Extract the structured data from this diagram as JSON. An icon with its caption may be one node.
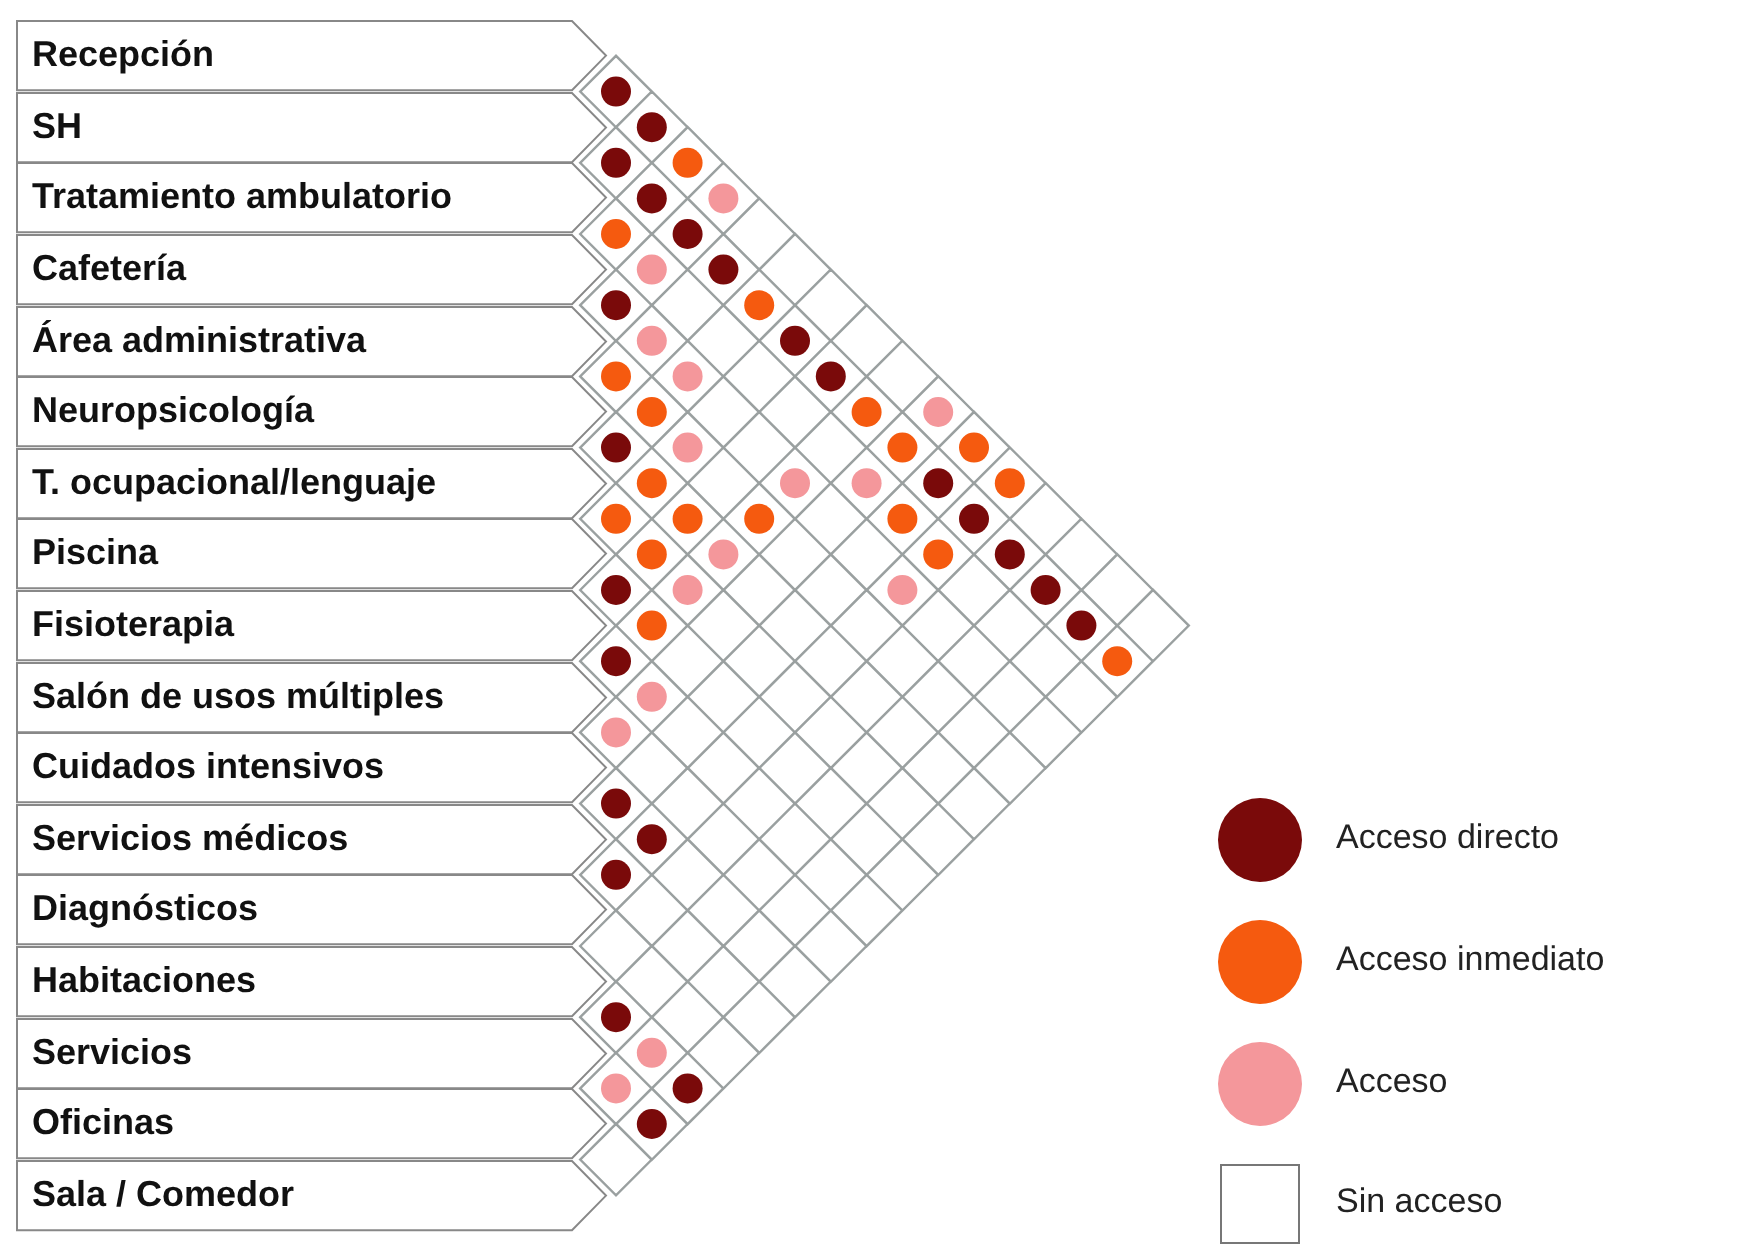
{
  "diagram": {
    "nodes": [
      {
        "text": [
          "Recepción"
        ]
      },
      {
        "text": [
          "SH"
        ]
      },
      {
        "text": [
          "Tratamiento ambulatorio"
        ]
      },
      {
        "text": [
          "Cafetería"
        ]
      },
      {
        "text": [
          "Área administrativa"
        ]
      },
      {
        "text": [
          "Neuropsicología"
        ]
      },
      {
        "text": [
          "T. ocupacional/lenguaje"
        ]
      },
      {
        "text": [
          "Piscina"
        ]
      },
      {
        "text": [
          "Fisioterapia"
        ]
      },
      {
        "text": [
          "Salón de usos múltiples"
        ]
      },
      {
        "text": [
          "Cuidados intensivos"
        ]
      },
      {
        "text": [
          "Servicios médicos"
        ]
      },
      {
        "text": [
          "Diagnósticos"
        ]
      },
      {
        "text": [
          "Habitaciones"
        ]
      },
      {
        "text": [
          "Servicios"
        ]
      },
      {
        "text": [
          "Oficinas"
        ]
      },
      {
        "text": [
          "Sala / Comedor"
        ]
      }
    ],
    "legend": [
      {
        "text": "Acceso directo",
        "color": "#7a0a0a"
      },
      {
        "text": "Acceso inmediato",
        "color": "#f55a0f"
      },
      {
        "text": "Acceso",
        "color": "#f4979b"
      },
      {
        "text": "Sin acceso"
      }
    ]
  }
}
